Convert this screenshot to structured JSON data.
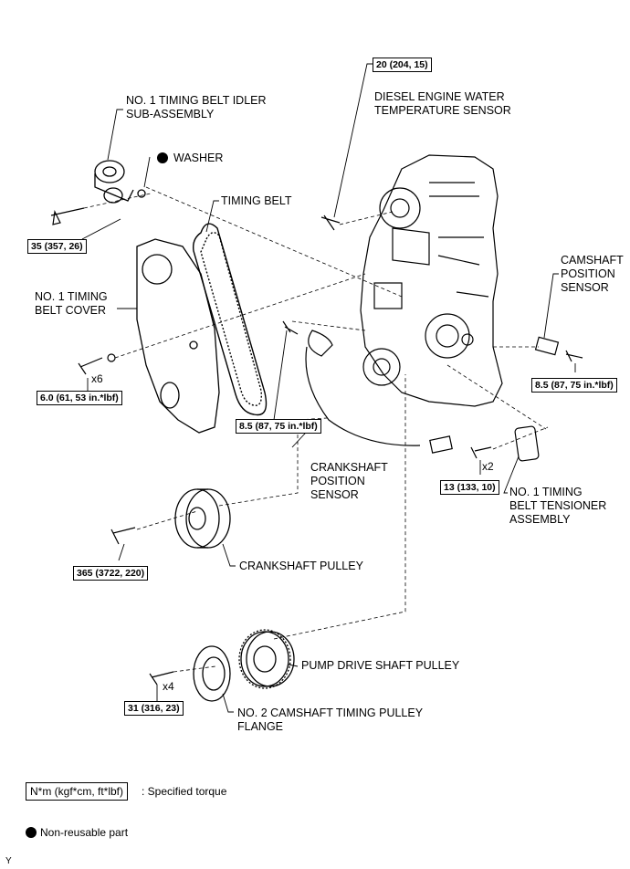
{
  "labels": {
    "idler": [
      "NO. 1 TIMING BELT IDLER",
      "SUB-ASSEMBLY"
    ],
    "washer": "WASHER",
    "timing_belt": "TIMING BELT",
    "water_sensor": [
      "DIESEL ENGINE WATER",
      "TEMPERATURE SENSOR"
    ],
    "belt_cover": [
      "NO. 1 TIMING",
      "BELT COVER"
    ],
    "cam_sensor": [
      "CAMSHAFT",
      "POSITION",
      "SENSOR"
    ],
    "crank_sensor": [
      "CRANKSHAFT",
      "POSITION",
      "SENSOR"
    ],
    "tensioner": [
      "NO. 1 TIMING",
      "BELT TENSIONER",
      "ASSEMBLY"
    ],
    "crank_pulley": "CRANKSHAFT PULLEY",
    "pump_pulley": "PUMP DRIVE SHAFT PULLEY",
    "cam_flange": [
      "NO. 2 CAMSHAFT TIMING PULLEY",
      "FLANGE"
    ]
  },
  "torques": {
    "water_sensor": "20 (204, 15)",
    "idler_bolt": "35 (357, 26)",
    "cover_bolt": "6.0 (61, 53 in.*lbf)",
    "crank_sensor": "8.5 (87, 75 in.*lbf)",
    "cam_sensor": "8.5 (87, 75 in.*lbf)",
    "tensioner": "13 (133, 10)",
    "crank_pulley": "365 (3722, 220)",
    "flange_bolt": "31 (316, 23)"
  },
  "quantities": {
    "cover_bolts": "x6",
    "tensioner_bolts": "x2",
    "flange_bolts": "x4"
  },
  "legend": {
    "torque_unit": "N*m (kgf*cm, ft*lbf)",
    "torque_desc": ": Specified torque",
    "non_reusable": "Non-reusable part"
  },
  "footer": "Y"
}
